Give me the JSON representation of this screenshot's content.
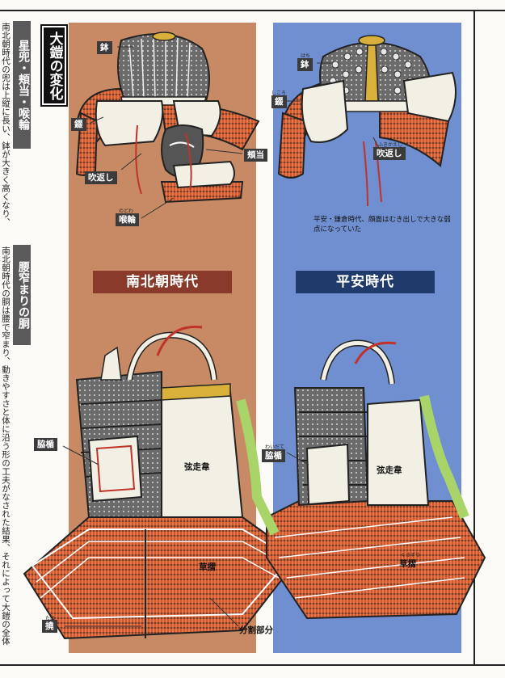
{
  "title": "大鎧の変化",
  "sections": {
    "helmet_heading": "星兜・頬当・喉輪",
    "torso_heading": "腰窄まりの胴",
    "side_text_1": "南北朝時代の兜は上縦に長い、鉢が大きく高くなり、",
    "side_text_2": "南北朝時代の胴は腰で窄まり、動きやすさと体に沿う形の工夫がなされた結果、それによって大鎧の全体の形も変わった"
  },
  "eras": {
    "left": "南北朝時代",
    "right": "平安時代",
    "left_color": "#8a3a2a",
    "right_color": "#1f3a6b"
  },
  "labels_left": {
    "hachi": "鉢",
    "shikoro": "錣",
    "fukikaeshi": "吹返し",
    "hoate": "頬当",
    "nodowa": "喉輪",
    "nodowa_ruby": "のどわ",
    "waidate": "脇楯",
    "tsurubashiri": "弦走韋",
    "kusazuri": "草摺",
    "tame": "撓",
    "tame_ruby": "ため"
  },
  "labels_right": {
    "hachi": "鉢",
    "hachi_ruby": "はち",
    "shikoro": "錣",
    "shikoro_ruby": "しころ",
    "fukikaeshi": "吹返し",
    "fukikaeshi_ruby": "ふきかえし",
    "waidate": "脇楯",
    "waidate_ruby": "わいだて",
    "tsurubashiri": "弦走韋",
    "kusazuri": "草摺",
    "kusazuri_ruby": "くさずり"
  },
  "note_right": "平安・鎌倉時代、顔面はむき出しで大きな弱点になっていた",
  "split_label": "分割部分",
  "colors": {
    "panel_left": "#c88a64",
    "panel_right": "#6f8fd0",
    "lacing": "#d4562a",
    "leather": "#f2efe4",
    "iron": "#6b6b6b",
    "arrow": "#a8d46a"
  }
}
